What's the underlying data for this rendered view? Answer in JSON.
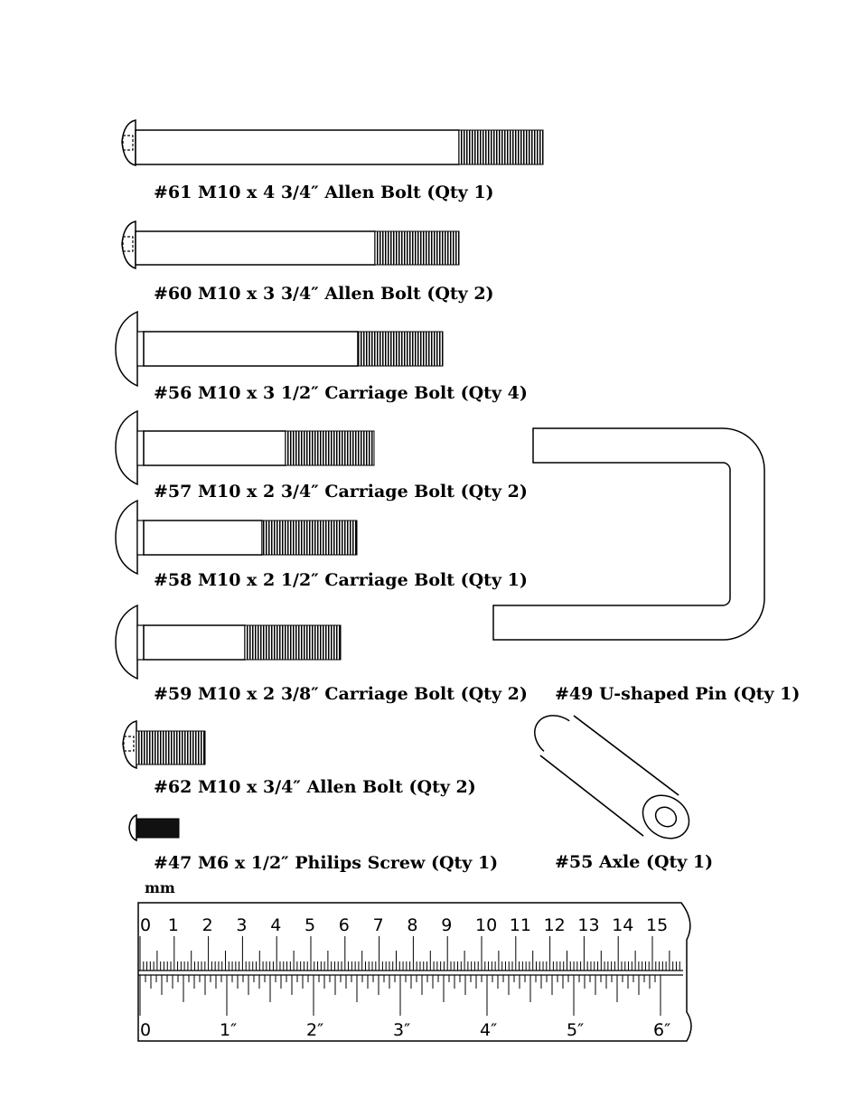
{
  "parts": [
    {
      "id": "bolt-61",
      "type": "allen",
      "label": "#61 M10 x 4 3/4″ Allen Bolt (Qty 1)"
    },
    {
      "id": "bolt-60",
      "type": "allen",
      "label": "#60 M10 x 3 3/4″ Allen Bolt (Qty 2)"
    },
    {
      "id": "bolt-56",
      "type": "carriage",
      "label": "#56 M10 x 3 1/2″ Carriage Bolt (Qty 4)"
    },
    {
      "id": "bolt-57",
      "type": "carriage",
      "label": "#57 M10 x 2 3/4″ Carriage Bolt (Qty 2)"
    },
    {
      "id": "bolt-58",
      "type": "carriage",
      "label": "#58 M10 x 2 1/2″ Carriage Bolt (Qty 1)"
    },
    {
      "id": "bolt-59",
      "type": "carriage",
      "label": "#59 M10 x 2 3/8″ Carriage Bolt (Qty 2)"
    },
    {
      "id": "bolt-62",
      "type": "allen",
      "label": "#62 M10 x 3/4″ Allen Bolt (Qty 2)"
    },
    {
      "id": "screw-47",
      "type": "screw",
      "label": "#47 M6 x 1/2″ Philips Screw (Qty 1)"
    },
    {
      "id": "pin-49",
      "type": "u-pin",
      "label": "#49 U-shaped Pin (Qty 1)"
    },
    {
      "id": "axle-55",
      "type": "axle",
      "label": "#55 Axle (Qty 1)"
    }
  ],
  "ruler": {
    "unit_label": "mm",
    "cm_labels": [
      "0",
      "1",
      "2",
      "3",
      "4",
      "5",
      "6",
      "7",
      "8",
      "9",
      "10",
      "11",
      "12",
      "13",
      "14",
      "15"
    ],
    "inch_labels": [
      "0",
      "1″",
      "2″",
      "3″",
      "4″",
      "5″",
      "6″"
    ]
  }
}
